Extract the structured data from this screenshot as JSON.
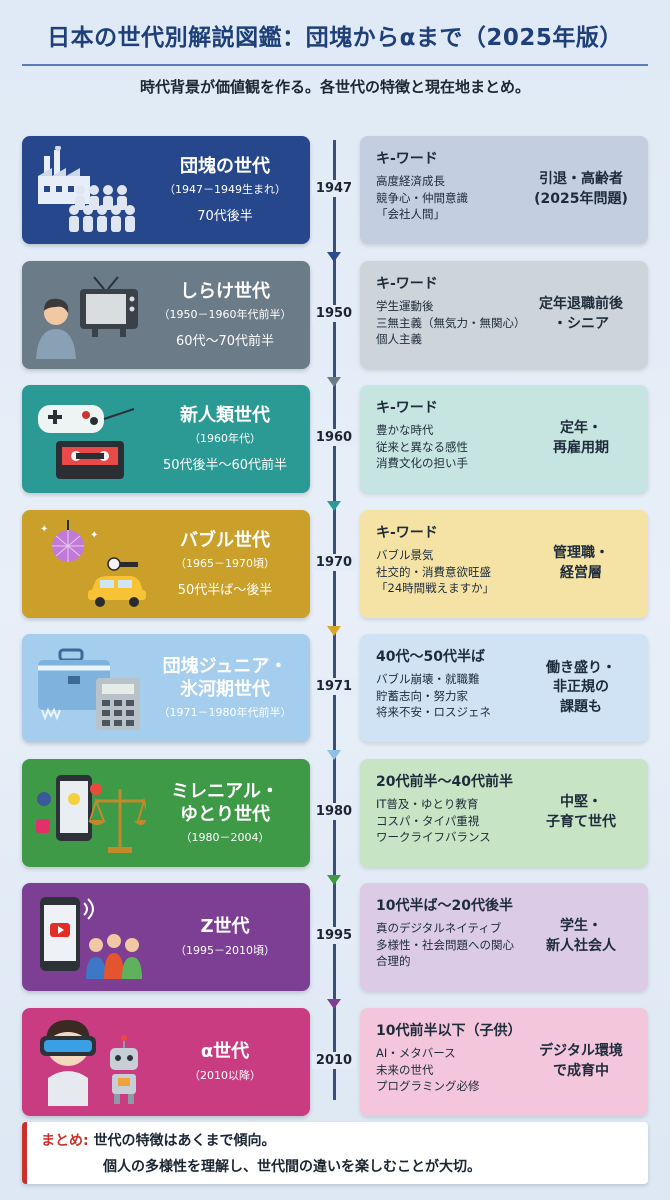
{
  "header": {
    "title": "日本の世代別解説図鑑：団塊からαまで（2025年版）",
    "subtitle": "時代背景が価値観を作る。各世代の特徴と現在地まとめ。"
  },
  "generations": [
    {
      "name_line1": "団塊の世代",
      "name_line2": "",
      "years": "（1947－1949生まれ）",
      "age": "70代後半",
      "timeline_year": "1947",
      "keyword_head": "キ-ワード",
      "keywords": [
        "高度経済成長",
        "競争心・仲間意識",
        "「会社人間」"
      ],
      "status": "引退・高齢者\n(2025年問題)",
      "colors": {
        "left": "#26478c",
        "right": "#c3cee0",
        "arrow": "#2e4a8a"
      },
      "icon": "factory-crowd-icon"
    },
    {
      "name_line1": "しらけ世代",
      "name_line2": "",
      "years": "（1950－1960年代前半）",
      "age": "60代～70代前半",
      "timeline_year": "1950",
      "keyword_head": "キ-ワード",
      "keywords": [
        "学生運動後",
        "三無主義（無気力・無関心）",
        "個人主義"
      ],
      "status": "定年退職前後\n・シニア",
      "colors": {
        "left": "#6b7b88",
        "right": "#cdd4da",
        "arrow": "#6b7b88"
      },
      "icon": "tv-person-icon"
    },
    {
      "name_line1": "新人類世代",
      "name_line2": "",
      "years": "（1960年代）",
      "age": "50代後半～60代前半",
      "timeline_year": "1960",
      "keyword_head": "キ-ワード",
      "keywords": [
        "豊かな時代",
        "従来と異なる感性",
        "消費文化の担い手"
      ],
      "status": "定年・\n再雇用期",
      "colors": {
        "left": "#2b9a95",
        "right": "#c6e4e0",
        "arrow": "#2b9a95"
      },
      "icon": "gamepad-cassette-icon"
    },
    {
      "name_line1": "バブル世代",
      "name_line2": "",
      "years": "（1965－1970頃）",
      "age": "50代半ば～後半",
      "timeline_year": "1970",
      "keyword_head": "キ-ワード",
      "keywords": [
        "バブル景気",
        "社交的・消費意欲旺盛",
        "「24時間戦えますか」"
      ],
      "status": "管理職・\n経営層",
      "colors": {
        "left": "#caa02a",
        "right": "#f5e3a6",
        "arrow": "#d6a62a"
      },
      "icon": "discoball-car-icon"
    },
    {
      "name_line1": "団塊ジュニア・",
      "name_line2": "氷河期世代",
      "years": "（1971－1980年代前半）",
      "age": "",
      "timeline_year": "1971",
      "keyword_head": "40代～50代半ば",
      "keywords": [
        "バブル崩壊・就職難",
        "貯蓄志向・努力家",
        "将来不安・ロスジェネ"
      ],
      "status": "働き盛り・\n非正規の\n課題も",
      "colors": {
        "left": "#a4cdee",
        "right": "#cfe3f4",
        "arrow": "#8dc0e6"
      },
      "icon": "briefcase-calculator-icon"
    },
    {
      "name_line1": "ミレニアル・",
      "name_line2": "ゆとり世代",
      "years": "（1980－2004）",
      "age": "",
      "timeline_year": "1980",
      "keyword_head": "20代前半～40代前半",
      "keywords": [
        "IT普及・ゆとり教育",
        "コスパ・タイパ重視",
        "ワークライフバランス"
      ],
      "status": "中堅・\n子育て世代",
      "colors": {
        "left": "#3f9a48",
        "right": "#c7e4c4",
        "arrow": "#3f9a48"
      },
      "icon": "smartphone-scales-icon"
    },
    {
      "name_line1": "Z世代",
      "name_line2": "",
      "years": "（1995－2010頃）",
      "age": "",
      "timeline_year": "1995",
      "keyword_head": "10代半ば～20代後半",
      "keywords": [
        "真のデジタルネイティブ",
        "多様性・社会問題への関心",
        "合理的"
      ],
      "status": "学生・\n新人社会人",
      "colors": {
        "left": "#7c3f94",
        "right": "#dccbe6",
        "arrow": "#7c3f94"
      },
      "icon": "phone-group-icon"
    },
    {
      "name_line1": "α世代",
      "name_line2": "",
      "years": "（2010以降）",
      "age": "",
      "timeline_year": "2010",
      "keyword_head": "10代前半以下（子供）",
      "keywords": [
        "AI・メタバース",
        "未来の世代",
        "プログラミング必修"
      ],
      "status": "デジタル環境\nで成育中",
      "colors": {
        "left": "#c93c82",
        "right": "#f3c6dc",
        "arrow": "#c93c82"
      },
      "icon": "vr-robot-icon"
    }
  ],
  "summary": {
    "label": "まとめ:",
    "line1": "世代の特徴はあくまで傾向。",
    "line2": "個人の多様性を理解し、世代間の違いを楽しむことが大切。"
  }
}
